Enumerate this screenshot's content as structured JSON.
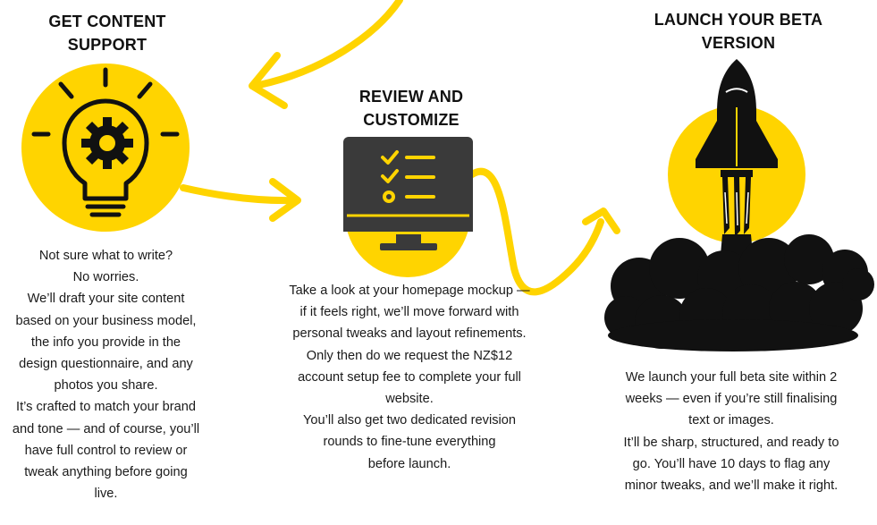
{
  "colors": {
    "accent": "#FFD400",
    "dark": "#000000",
    "monitor": "#3a3a3a"
  },
  "step1": {
    "title_line1": "GET CONTENT",
    "title_line2": "SUPPORT",
    "icon": "lightbulb-gear-icon",
    "lines": [
      "Not sure what to write?",
      "No worries.",
      "We’ll draft your site content",
      "based on your business model,",
      "the info you provide in the",
      "design questionnaire, and any",
      "photos you share.",
      "It’s crafted to match your brand",
      "and tone — and of course, you’ll",
      "have full control to review or",
      "tweak anything before going",
      "live."
    ]
  },
  "step2": {
    "title_line1": "REVIEW AND",
    "title_line2": "CUSTOMIZE",
    "icon": "monitor-checklist-icon",
    "lines": [
      "Take a look at your homepage mockup —",
      "if it feels right, we’ll move forward with",
      "personal tweaks and layout refinements.",
      "Only then do we request the NZ$12",
      "account setup fee to complete your full",
      "website.",
      "You’ll also get two dedicated revision",
      "rounds to fine-tune everything",
      "before launch."
    ]
  },
  "step3": {
    "title_line1": "LAUNCH YOUR BETA",
    "title_line2": "VERSION",
    "icon": "rocket-launch-icon",
    "lines": [
      "We launch your full beta site within 2",
      "weeks — even if you’re still finalising",
      "text or images.",
      "It’ll be sharp, structured, and ready to",
      "go. You’ll have 10 days to flag any",
      "minor tweaks, and we’ll make it right."
    ]
  }
}
